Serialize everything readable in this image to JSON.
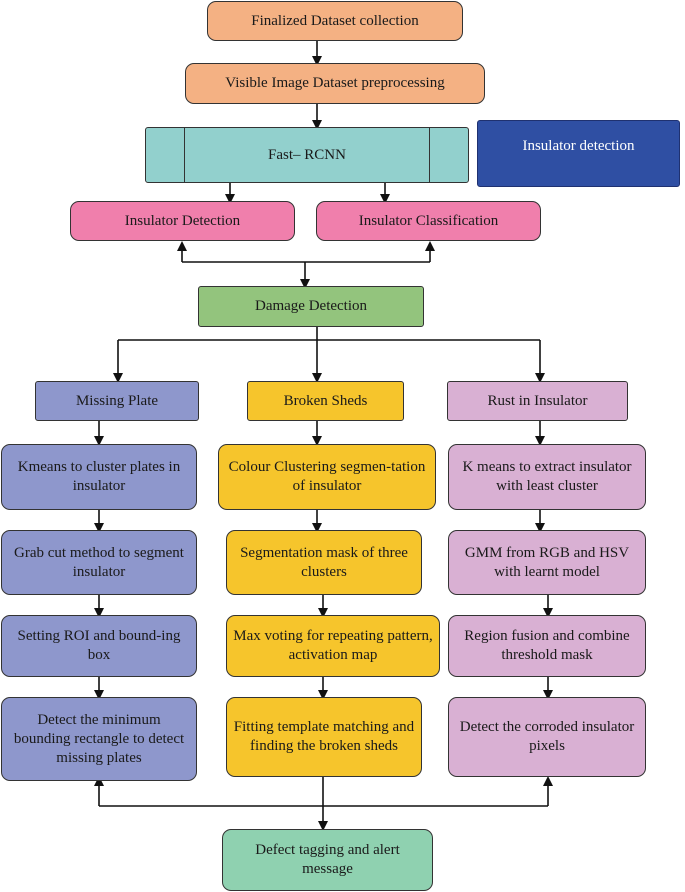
{
  "nodes": {
    "finalized": "Finalized Dataset collection",
    "preprocessing": "Visible Image Dataset preprocessing",
    "fast_rcnn": "Fast– RCNN",
    "insulator_detection_note": "Insulator detection",
    "insulator_detection": "Insulator Detection",
    "insulator_classification": "Insulator Classification",
    "damage_detection": "Damage Detection",
    "missing_plate": "Missing Plate",
    "broken_sheds": "Broken Sheds",
    "rust": "Rust in Insulator",
    "mp1": "Kmeans to cluster plates in insulator",
    "mp2": "Grab cut method to segment insulator",
    "mp3": "Setting ROI and bound-ing box",
    "mp4": "Detect the minimum bounding rectangle to detect missing plates",
    "bs1": "Colour Clustering segmen-tation of insulator",
    "bs2": "Segmentation mask of three clusters",
    "bs3": "Max voting for repeating pattern, activation map",
    "bs4": "Fitting template matching and finding the broken sheds",
    "ri1": "K means to extract insulator with least cluster",
    "ri2": "GMM from RGB and HSV with learnt model",
    "ri3": "Region fusion and combine threshold mask",
    "ri4": "Detect the corroded insulator pixels",
    "defect": "Defect tagging and alert message"
  },
  "colors": {
    "peach": "#f4b183",
    "teal": "#92d0cd",
    "navy": "#2f4fa3",
    "pink": "#f07fac",
    "green": "#93c47d",
    "purple": "#8e97cc",
    "yellow": "#f6c52c",
    "lilac": "#d9b0d3",
    "mint": "#8fd1b0"
  }
}
